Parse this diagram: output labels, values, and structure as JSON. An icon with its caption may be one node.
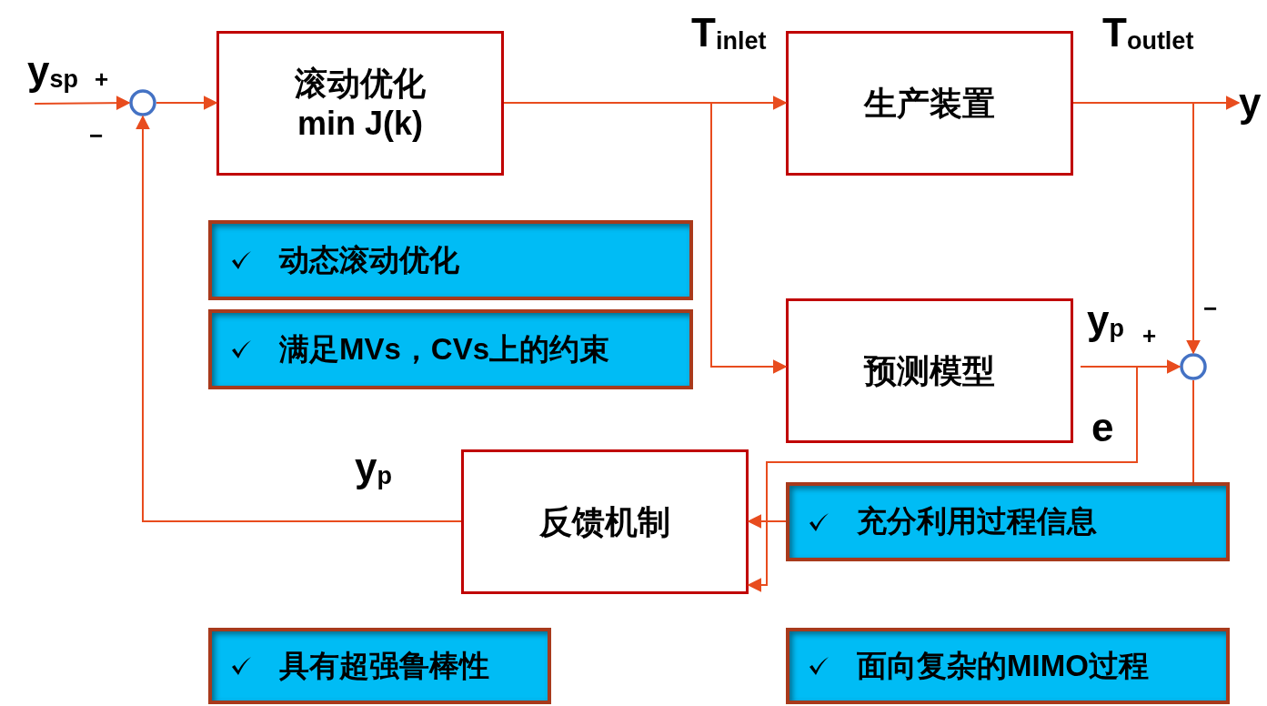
{
  "diagram": {
    "nodes": [
      {
        "text": [],
        "shape": "circle"
      },
      {
        "text": [
          "滚动优化 min J(k)"
        ]
      },
      {
        "text": [
          "生产装置"
        ]
      },
      {
        "text": [
          "动态滚动优化"
        ]
      },
      {
        "text": [
          "满足MVs，CVs上的约束"
        ]
      },
      {
        "text": [
          "预测模型"
        ]
      },
      {
        "text": [],
        "shape": "circle"
      },
      {
        "text": [
          "反馈机制"
        ]
      },
      {
        "text": [
          "充分利用过程信息"
        ]
      },
      {
        "text": [
          "具有超强鲁棒性"
        ]
      },
      {
        "text": [
          "面向复杂的MIMO过程"
        ]
      },
      {
        "text": [
          "y"
        ]
      }
    ],
    "edges": [
      {
        "from": null,
        "to": 0,
        "arrow": "to"
      },
      {
        "from": 0,
        "to": 1,
        "arrow": "to"
      },
      {
        "from": 1,
        "to": 2,
        "arrow": "to"
      },
      {
        "from": 1,
        "to": 5,
        "arrow": "to"
      },
      {
        "from": 2,
        "to": 11,
        "arrow": "to"
      },
      {
        "from": 2,
        "to": 6,
        "arrow": "to"
      },
      {
        "from": 5,
        "to": 6,
        "arrow": "to"
      },
      {
        "from": 5,
        "to": 7,
        "arrow": "to"
      },
      {
        "from": 6,
        "to": 8,
        "arrow": "none"
      },
      {
        "from": 8,
        "to": 7,
        "arrow": "to"
      },
      {
        "from": 7,
        "to": 0,
        "arrow": "to"
      }
    ],
    "labels": [
      "T$_{inlet}$",
      "T$_{outlet}$",
      "y$_{sp}$",
      "+",
      "−",
      "y$_{p}$",
      "−",
      "+",
      "e",
      "y$_{p}$"
    ]
  }
}
